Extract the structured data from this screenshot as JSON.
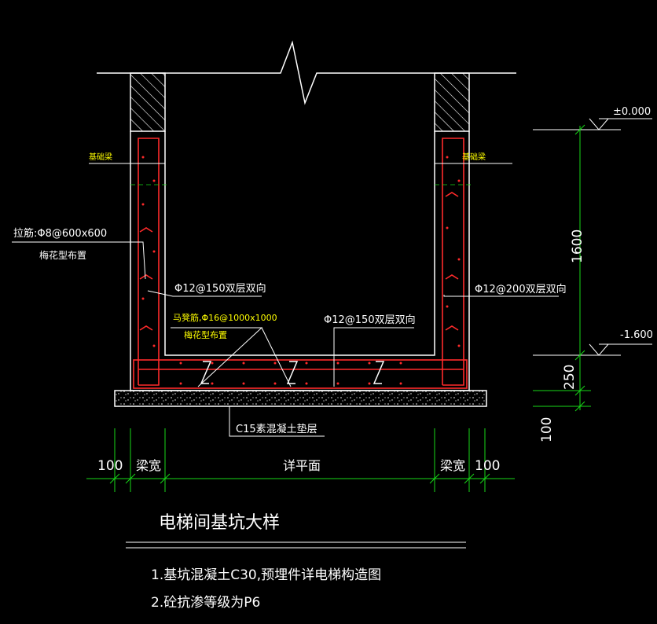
{
  "labels": {
    "beam_left": "基础梁",
    "beam_right": "基础梁",
    "tie_bar": "拉筋:Φ8@600x600",
    "tie_bar_layout": "梅花型布置",
    "wall_rebar_left": "Φ12@150双层双向",
    "wall_rebar_right": "Φ12@200双层双向",
    "chair_bar": "马凳筋,Φ16@1000x1000",
    "chair_bar_layout": "梅花型布置",
    "slab_rebar": "Φ12@150双层双向",
    "cushion": "C15素混凝土垫层"
  },
  "elevations": {
    "top": "±0.000",
    "pit": "-1.600"
  },
  "dimensions": {
    "vertical": [
      "1600",
      "250",
      "100"
    ],
    "horizontal": [
      "100",
      "梁宽",
      "详平面",
      "梁宽",
      "100"
    ]
  },
  "title": "电梯间基坑大样",
  "notes": [
    "1.基坑混凝土C30,预埋件详电梯构造图",
    "2.砼抗渗等级为P6"
  ],
  "colors": {
    "background": "#000000",
    "outline": "#ffffff",
    "rebar": "#ff2a2a",
    "dimension": "#17d817",
    "yellow_label": "#ffff00"
  }
}
